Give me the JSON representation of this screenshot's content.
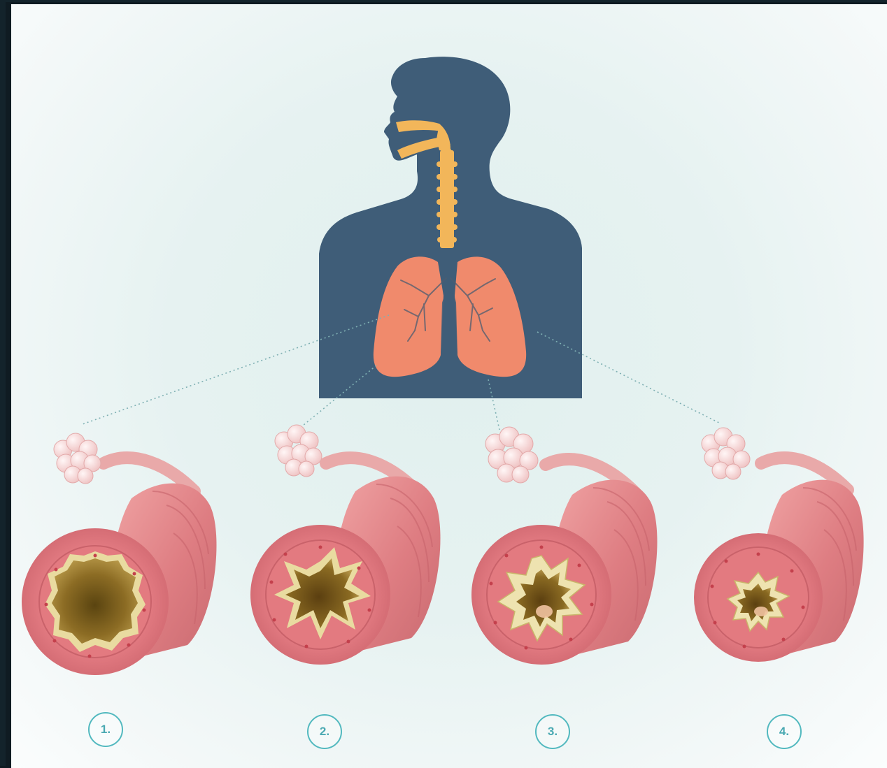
{
  "diagram": {
    "colors": {
      "silhouette": "#3f5d78",
      "airway": "#f2b65a",
      "lung": "#f08a6c",
      "bronchus_wall": "#dc7c80",
      "mucus": "#e9dba0",
      "lumen": "#8b6b22",
      "badge": "#52b9bf"
    },
    "stages": [
      {
        "label": "1.",
        "icon": "bronchus-icon"
      },
      {
        "label": "2.",
        "icon": "bronchus-icon"
      },
      {
        "label": "3.",
        "icon": "bronchus-icon"
      },
      {
        "label": "4.",
        "icon": "bronchus-icon"
      }
    ]
  }
}
